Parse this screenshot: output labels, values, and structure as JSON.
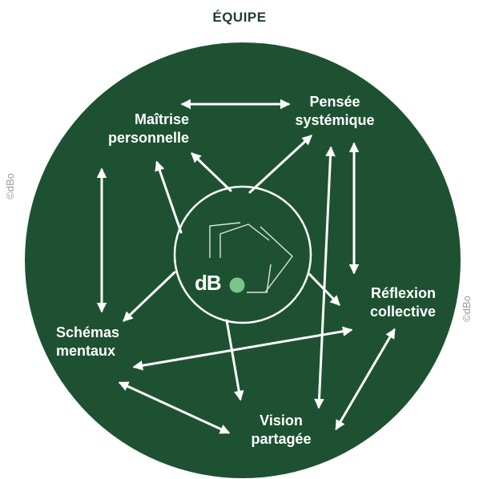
{
  "diagram": {
    "title": "ÉQUIPE",
    "colors": {
      "circle": "#1e5132",
      "arrow": "#ffffff",
      "title": "#1f3d2b",
      "logo_dot": "#7bc48a",
      "watermark": "#9a9a9a"
    },
    "nodes": {
      "maitrise": "Maîtrise\npersonnelle",
      "pensee": "Pensée\nsystémique",
      "reflexion": "Réflexion\ncollective",
      "schemas": "Schémas\nmentaux",
      "vision": "Vision\npartagée"
    },
    "center_logo": {
      "text": "dB"
    },
    "watermark_left": "©dBo",
    "watermark_right": "©dBo"
  }
}
